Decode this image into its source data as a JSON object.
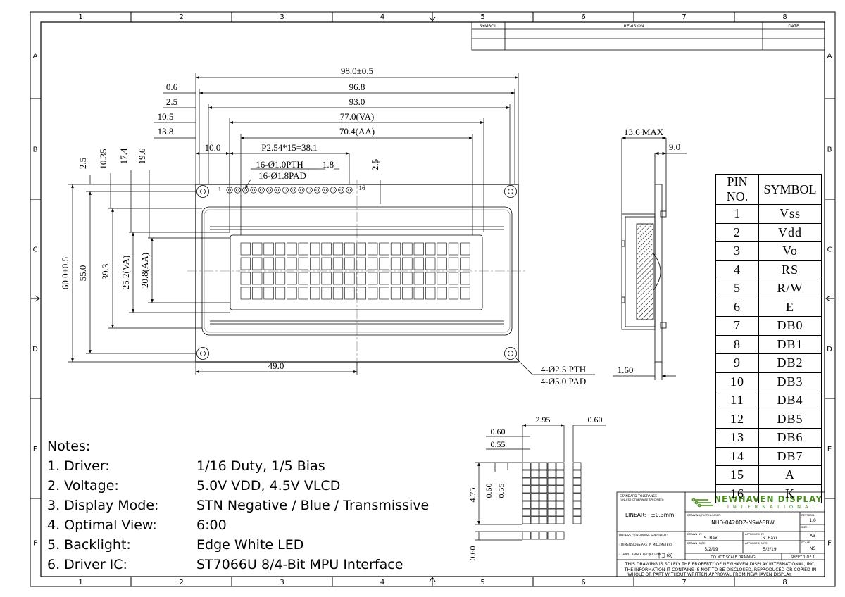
{
  "border": {
    "col_labels": [
      "1",
      "2",
      "3",
      "4",
      "5",
      "6",
      "7",
      "8"
    ],
    "row_labels": [
      "A",
      "B",
      "C",
      "D",
      "E",
      "F"
    ]
  },
  "revision_block": {
    "symbol": "SYMBOL",
    "revision": "REVISION",
    "date": "DATE"
  },
  "front_view": {
    "dims": {
      "w_outer": "98.0±0.5",
      "w_968": "96.8",
      "w_930": "93.0",
      "w_va": "77.0(VA)",
      "w_aa": "70.4(AA)",
      "pitch": "P2.54*15=38.1",
      "pin_off": "10.0",
      "l06": "0.6",
      "l25": "2.5",
      "l105": "10.5",
      "l138": "13.8",
      "pth": "16-Ø1.0PTH",
      "pad": "16-Ø1.8PAD",
      "pad_w": "1.8",
      "top25": "2.5",
      "v25": "2.5",
      "v1035": "10.35",
      "v174": "17.4",
      "v196": "19.6",
      "h_outer": "60.0±0.5",
      "h550": "55.0",
      "h393": "39.3",
      "h_va": "25.2(VA)",
      "h_aa": "20.8(AA)",
      "half": "49.0",
      "hole_pth": "4-Ø2.5 PTH",
      "hole_pad": "4-Ø5.0 PAD",
      "pin_first": "1",
      "pin_last": "16"
    }
  },
  "side_view": {
    "max": "13.6 MAX",
    "d90": "9.0",
    "d160": "1.60"
  },
  "char_detail": {
    "d295": "2.95",
    "d060a": "0.60",
    "d060b": "0.60",
    "d055a": "0.55",
    "d475": "4.75",
    "d060c": "0.60",
    "d055b": "0.55",
    "d060d": "0.60"
  },
  "pin_table": {
    "header": [
      "PIN NO.",
      "SYMBOL"
    ],
    "rows": [
      [
        "1",
        "Vss"
      ],
      [
        "2",
        "Vdd"
      ],
      [
        "3",
        "Vo"
      ],
      [
        "4",
        "RS"
      ],
      [
        "5",
        "R/W"
      ],
      [
        "6",
        "E"
      ],
      [
        "7",
        "DB0"
      ],
      [
        "8",
        "DB1"
      ],
      [
        "9",
        "DB2"
      ],
      [
        "10",
        "DB3"
      ],
      [
        "11",
        "DB4"
      ],
      [
        "12",
        "DB5"
      ],
      [
        "13",
        "DB6"
      ],
      [
        "14",
        "DB7"
      ],
      [
        "15",
        "A"
      ],
      [
        "16",
        "K"
      ]
    ]
  },
  "notes": {
    "title": "Notes:",
    "items": [
      {
        "k": "1. Driver:",
        "v": "1/16 Duty, 1/5 Bias"
      },
      {
        "k": "2. Voltage:",
        "v": "5.0V VDD, 4.5V VLCD"
      },
      {
        "k": "3. Display Mode:",
        "v": "STN Negative / Blue / Transmissive"
      },
      {
        "k": "4. Optimal View:",
        "v": "6:00"
      },
      {
        "k": "5. Backlight:",
        "v": "Edge White LED"
      },
      {
        "k": "6. Driver IC:",
        "v": "ST7066U 8/4-Bit MPU Interface"
      }
    ]
  },
  "title_block": {
    "std_tol": "STANDARD TOLERANCE",
    "std_tol_sub": "(UNLESS OTHERWISE SPECIFIED)",
    "linear": "LINEAR:   ±0.3mm",
    "unless": "UNLESS OTHERWISE SPECIFIED:",
    "dims_mm": "- DIMENSIONS ARE IN MILLIMETERS",
    "third_angle": "- THIRD ANGLE PROJECTION",
    "company": "NEWHAVEN DISPLAY",
    "company_sub": "INTERNATIONAL",
    "part_label": "DRAWING/PART NUMBER:",
    "part": "NHD-0420DZ-NSW-BBW",
    "rev_label": "REVISION:",
    "rev": "1.0",
    "size_label": "SIZE:",
    "size": "A3",
    "drawn_label": "DRAWN BY:",
    "drawn": "S. Baxi",
    "approved_label": "APPROVED BY:",
    "approved": "S. Baxi",
    "drawn_date_label": "DRAWN DATE:",
    "drawn_date": "5/2/19",
    "approved_date_label": "APPROVED DATE:",
    "approved_date": "5/2/19",
    "scale_label": "SCALE:",
    "scale": "NS",
    "no_scale": "DO NOT SCALE DRAWING",
    "sheet": "SHEET 1 OF 1",
    "disclaimer_1": "THIS DRAWING IS SOLELY THE PROPERTY OF NEWHAVEN DISPLAY INTERNATIONAL, INC.",
    "disclaimer_2": "THE INFORMATION IT CONTAINS IS NOT TO BE DISCLOSED, REPRODUCED OR COPIED IN",
    "disclaimer_3": "WHOLE OR PART WITHOUT WRITTEN APPROVAL FROM NEWHAVEN DISPLAY."
  }
}
